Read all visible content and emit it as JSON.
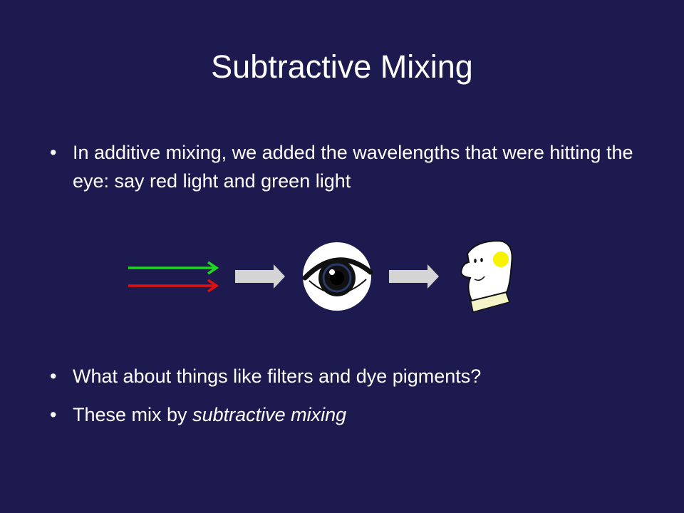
{
  "slide": {
    "title": "Subtractive Mixing",
    "bullets": [
      {
        "text": "In additive mixing, we added the wavelengths that were hitting the eye: say red light and green light"
      },
      {
        "text": "What about things like filters and dye pigments?"
      },
      {
        "prefix": "These mix by ",
        "emphasis": "subtractive mixing"
      }
    ],
    "bullet_glyph": "•"
  },
  "diagram": {
    "icons": [
      "green-light-arrow-icon",
      "red-light-arrow-icon",
      "gray-arrow-icon",
      "eye-icon",
      "gray-arrow-icon",
      "person-head-icon"
    ],
    "colors": {
      "background": "#1c1a4e",
      "green_ray": "#1ed81e",
      "red_ray": "#e01010",
      "gray_arrow": "#d4d4d4",
      "idea_light": "#f7f200"
    }
  }
}
